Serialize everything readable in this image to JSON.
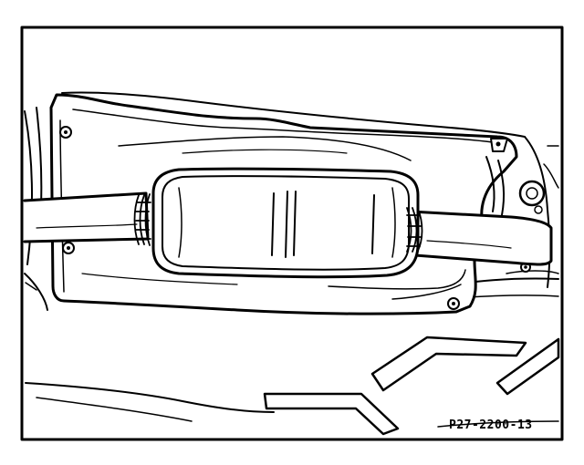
{
  "figure": {
    "code": "P27-2200-13",
    "colors": {
      "ink": "#000000",
      "paper": "#ffffff"
    },
    "parts": [
      "frame",
      "heat-shield",
      "exhaust-pipe-front",
      "exhaust-pipe-rear",
      "catalytic-converter",
      "mounting-bolts",
      "floor-pan-contours"
    ]
  }
}
